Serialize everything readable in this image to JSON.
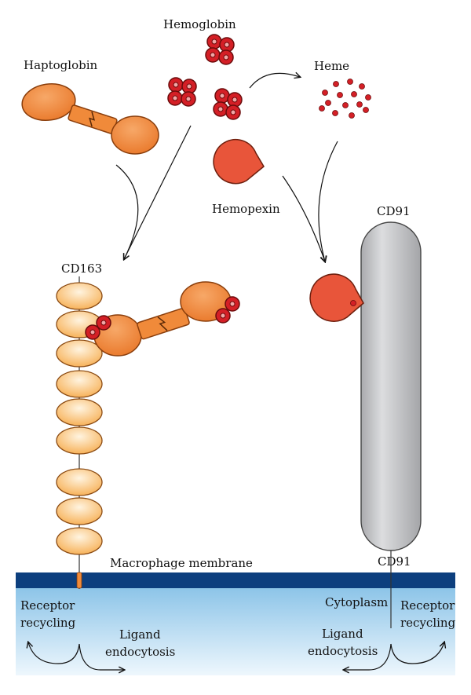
{
  "labels": {
    "hemoglobin": "Hemoglobin",
    "haptoglobin": "Haptoglobin",
    "heme": "Heme",
    "hemopexin": "Hemopexin",
    "cd91": "CD91",
    "cd163": "CD163",
    "macrophage_membrane": "Macrophage membrane",
    "cytoplasm": "Cytoplasm",
    "receptor_recycling_left_1": "Receptor",
    "receptor_recycling_left_2": "recycling",
    "receptor_recycling_right_1": "Receptor",
    "receptor_recycling_right_2": "recycling",
    "ligand_endocytosis_left_1": "Ligand",
    "ligand_endocytosis_left_2": "endocytosis",
    "ligand_endocytosis_right_1": "Ligand",
    "ligand_endocytosis_right_2": "endocytosis"
  },
  "colors": {
    "hemoglobin_red": "#d41f26",
    "haptoglobin_orange": "#f08a3a",
    "hemopexin_red": "#e8553a",
    "cd163_domain": "#fbc57f",
    "cd91_gray": "#c4c5c7",
    "membrane_blue": "#0d3f7e",
    "cytoplasm_top": "#8cc4e8",
    "cytoplasm_bottom": "#eef7fd"
  }
}
